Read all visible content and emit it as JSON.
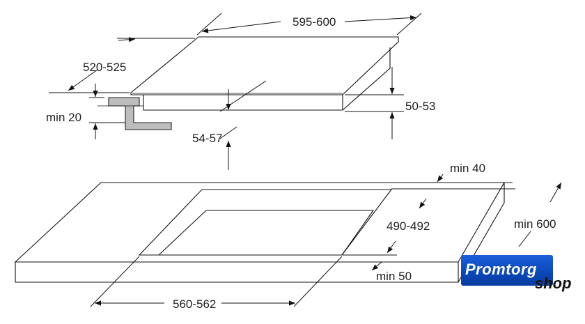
{
  "dimensions": {
    "width_top": "595-600",
    "depth_top": "520-525",
    "min_support": "min 20",
    "thickness_total": "50-53",
    "built_in_depth": "54-57",
    "min_back": "min 40",
    "cutout_depth": "490-492",
    "min_counter_depth": "min 600",
    "min_front": "min 50",
    "cutout_width": "560-562"
  },
  "logo": {
    "main": "Promtorg",
    "sub": "shop",
    "color": "#0b47b8"
  }
}
